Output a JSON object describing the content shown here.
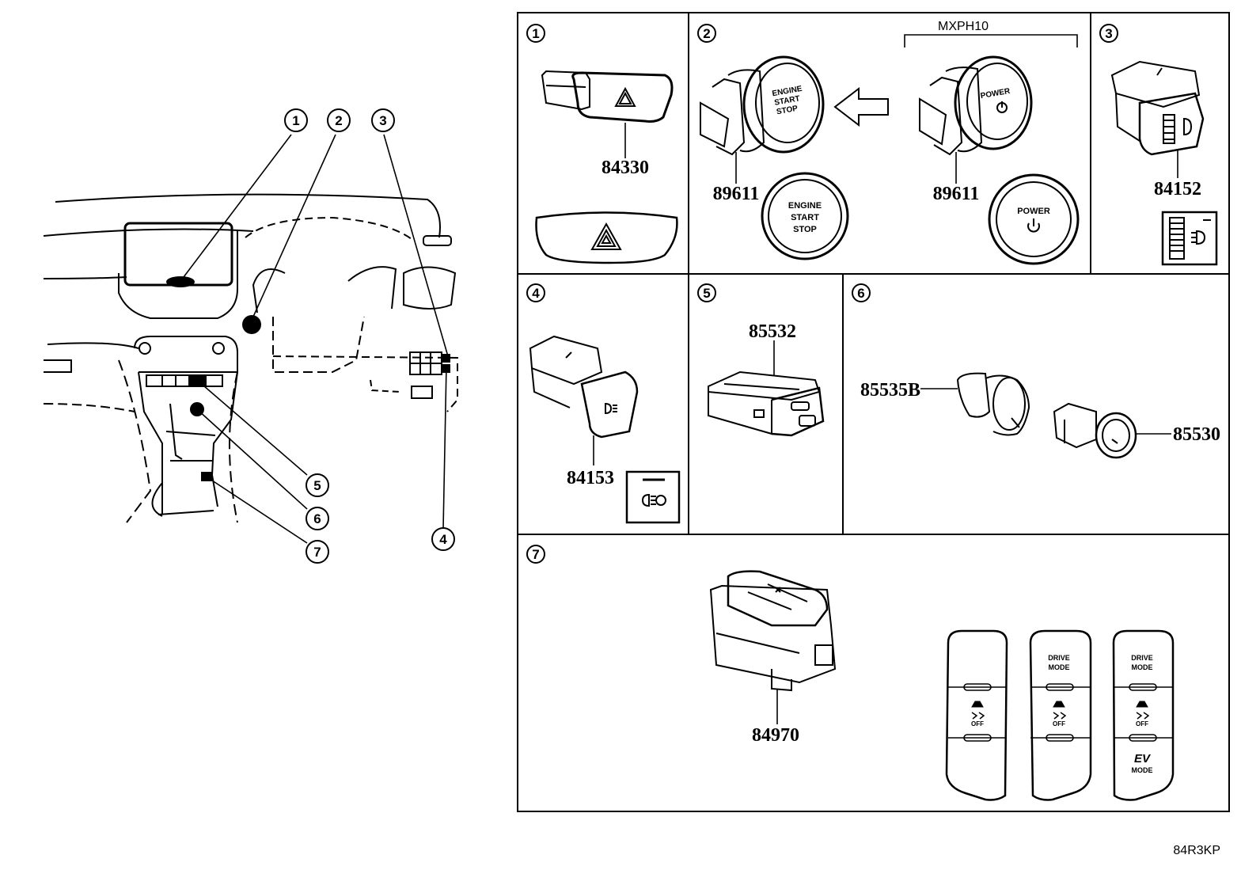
{
  "diagram": {
    "reference_code": "84R3KP",
    "callouts": [
      "1",
      "2",
      "3",
      "4",
      "5",
      "6",
      "7"
    ],
    "panels": {
      "p1": {
        "num": "1",
        "part": "84330"
      },
      "p2": {
        "num": "2",
        "variant_label": "MXPH10",
        "part_left": "89611",
        "part_right": "89611",
        "engine_btn": [
          "ENGINE",
          "START",
          "STOP"
        ],
        "power_btn": "POWER"
      },
      "p3": {
        "num": "3",
        "part": "84152"
      },
      "p4": {
        "num": "4",
        "part": "84153"
      },
      "p5": {
        "num": "5",
        "part": "85532"
      },
      "p6": {
        "num": "6",
        "part_left": "85535B",
        "part_right": "85530"
      },
      "p7": {
        "num": "7",
        "part": "84970",
        "drive_mode": [
          "DRIVE",
          "MODE"
        ],
        "off_label": "OFF",
        "ev_label": "EV",
        "ev_mode": "MODE"
      }
    }
  }
}
